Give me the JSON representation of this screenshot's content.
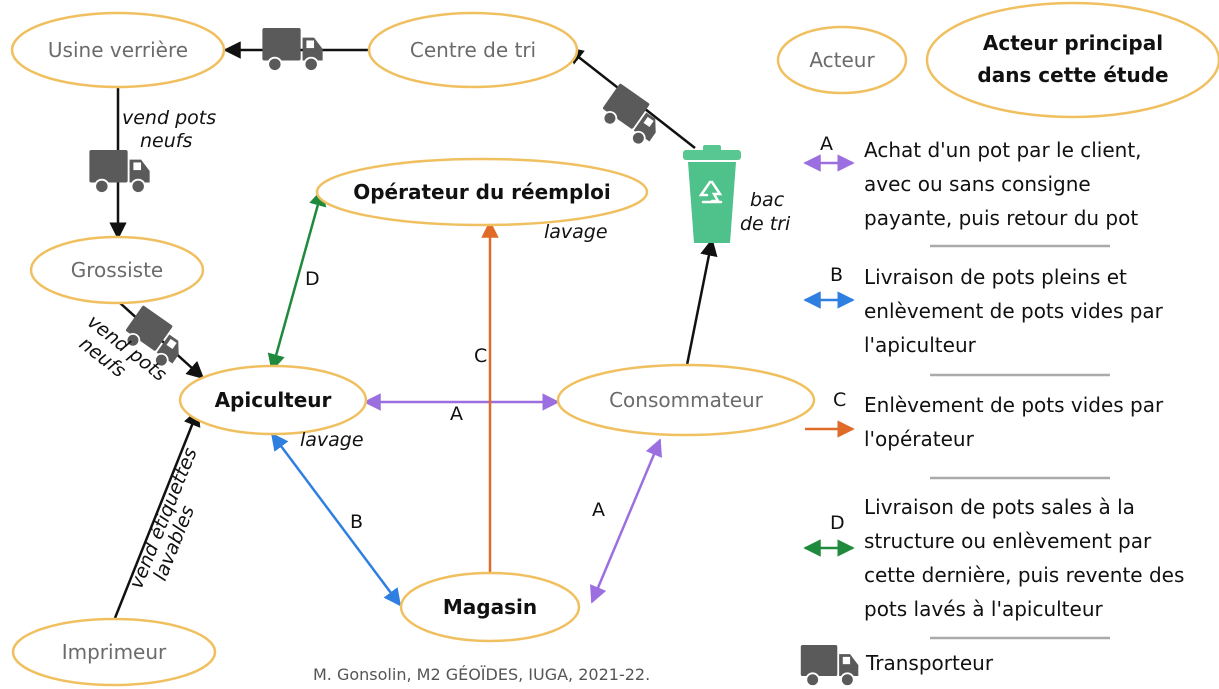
{
  "nodes": {
    "usine": "Usine verrière",
    "centre_tri": "Centre de tri",
    "grossiste": "Grossiste",
    "operateur": "Opérateur du réemploi",
    "apiculteur": "Apiculteur",
    "consommateur": "Consommateur",
    "magasin": "Magasin",
    "imprimeur": "Imprimeur"
  },
  "edge_labels": {
    "vend_pots_neufs_1": "vend pots",
    "vend_pots_neufs_2": "neufs",
    "grossiste_vend_1": "vend pots",
    "grossiste_vend_2": "neufs",
    "imprimeur_vend_1": "vend étiquettes",
    "imprimeur_vend_2": "lavables",
    "lavage_operateur": "lavage",
    "lavage_apiculteur": "lavage",
    "bac_1": "bac",
    "bac_2": "de tri",
    "letter_A_top": "A",
    "letter_A_bottom": "A",
    "letter_B": "B",
    "letter_C": "C",
    "letter_D": "D"
  },
  "legend": {
    "acteur": "Acteur",
    "acteur_principal_1": "Acteur principal",
    "acteur_principal_2": "dans cette étude",
    "A": {
      "letter": "A",
      "lines": [
        "Achat d'un pot par le client,",
        "avec ou sans consigne",
        "payante, puis retour du pot"
      ],
      "color": "#9b6fe0"
    },
    "B": {
      "letter": "B",
      "lines": [
        "Livraison de pots pleins et",
        "enlèvement de pots vides par",
        "l'apiculteur"
      ],
      "color": "#2f7fe0"
    },
    "C": {
      "letter": "C",
      "lines": [
        "Enlèvement de pots vides par",
        "l'opérateur"
      ],
      "color": "#e06a28"
    },
    "D": {
      "letter": "D",
      "lines": [
        "Livraison de pots sales à la",
        "structure ou enlèvement par",
        "cette dernière, puis revente des",
        "pots lavés à l'apiculteur"
      ],
      "color": "#1f8a3c"
    },
    "transporteur": "Transporteur"
  },
  "credit": "M. Gonsolin, M2 GÉOÏDES,  IUGA, 2021-22.",
  "colors": {
    "node_border": "#f0c060",
    "truck": "#5a5a5a",
    "bin": "#4fc18a",
    "separator": "#aaaaaa"
  },
  "icons": [
    "truck-icon",
    "recycling-bin-icon"
  ]
}
